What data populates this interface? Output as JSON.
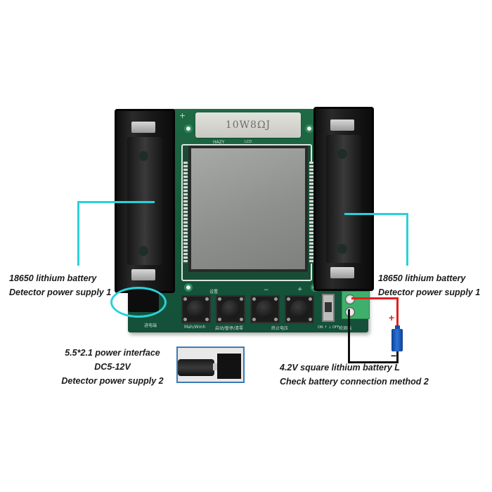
{
  "product": {
    "resistor_marking": "10W8ΩJ",
    "silkscreen": {
      "brand": "HAZY",
      "lcd_label": "LCD",
      "plus_mark": "+",
      "button_row_labels": [
        "设置",
        "−",
        "+"
      ],
      "button_bottom_labels": [
        "Mah/Wmh",
        "启动/暂停/清零",
        "终止电压"
      ],
      "power_in_label": "进电端",
      "switch_label": "ON ↑ ↓ OFF",
      "detect_label": "检测端"
    },
    "buttons": [
      {
        "id": "btn-1",
        "name": "mah-wmh-button"
      },
      {
        "id": "btn-2",
        "name": "start-pause-reset-button"
      },
      {
        "id": "btn-3",
        "name": "minus-button"
      },
      {
        "id": "btn-4",
        "name": "plus-button"
      }
    ]
  },
  "annotations": {
    "left_battery": {
      "line1": "18650 lithium battery",
      "line2": "Detector power supply 1"
    },
    "right_battery": {
      "line1": "18650 lithium battery",
      "line2": "Detector power supply 1"
    },
    "dc_power": {
      "line1": "5.5*2.1 power interface",
      "line2": "DC5-12V",
      "line3": "Detector power supply 2"
    },
    "square_battery": {
      "line1": "4.2V square lithium battery L",
      "line2": "Check battery connection method 2",
      "plus_sign": "+",
      "minus_sign": "−"
    }
  },
  "colors": {
    "callout_cyan": "#2ad1d8",
    "wire_red": "#e0201e",
    "wire_black": "#111111",
    "battery_blue": "#1e5fbf",
    "pcb_green": "#1a5e3f",
    "inset_border": "#3a7bb5"
  }
}
